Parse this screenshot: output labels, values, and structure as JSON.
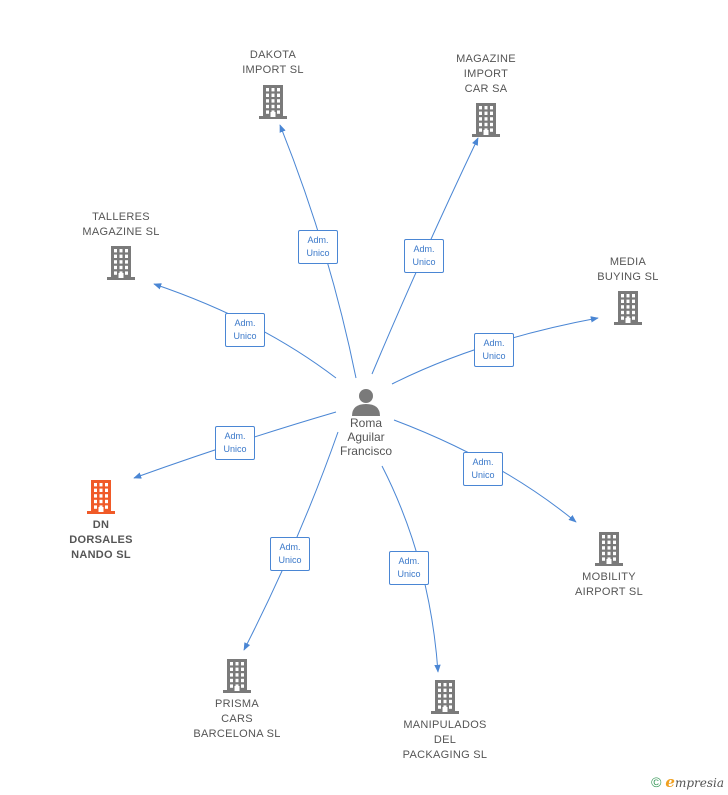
{
  "colors": {
    "edge": "#4a86d4",
    "building": "#7a7a7a",
    "highlight": "#f05a28",
    "person": "#7a7a7a"
  },
  "center": {
    "label": "Roma\nAguilar\nFrancisco",
    "icon": "person-icon"
  },
  "companies": [
    {
      "id": "dakota",
      "label": "DAKOTA\nIMPORT  SL",
      "highlight": false
    },
    {
      "id": "magazine-import",
      "label": "MAGAZINE\nIMPORT\nCAR SA",
      "highlight": false
    },
    {
      "id": "talleres",
      "label": "TALLERES\nMAGAZINE SL",
      "highlight": false
    },
    {
      "id": "media",
      "label": "MEDIA\nBUYING SL",
      "highlight": false
    },
    {
      "id": "dn",
      "label": "DN\nDORSALES\nNANDO SL",
      "highlight": true
    },
    {
      "id": "mobility",
      "label": "MOBILITY\nAIRPORT SL",
      "highlight": false
    },
    {
      "id": "prisma",
      "label": "PRISMA\nCARS\nBARCELONA SL",
      "highlight": false
    },
    {
      "id": "manipulados",
      "label": "MANIPULADOS\nDEL\nPACKAGING SL",
      "highlight": false
    }
  ],
  "edges": [
    {
      "to": "dakota",
      "label": "Adm.\nUnico"
    },
    {
      "to": "magazine-import",
      "label": "Adm.\nUnico"
    },
    {
      "to": "talleres",
      "label": "Adm.\nUnico"
    },
    {
      "to": "media",
      "label": "Adm.\nUnico"
    },
    {
      "to": "dn",
      "label": "Adm.\nUnico"
    },
    {
      "to": "mobility",
      "label": "Adm.\nUnico"
    },
    {
      "to": "prisma",
      "label": "Adm.\nUnico"
    },
    {
      "to": "manipulados",
      "label": "Adm.\nUnico"
    }
  ],
  "footer": {
    "copyright": "©",
    "brand_initial": "e",
    "brand_rest": "mpresia"
  }
}
